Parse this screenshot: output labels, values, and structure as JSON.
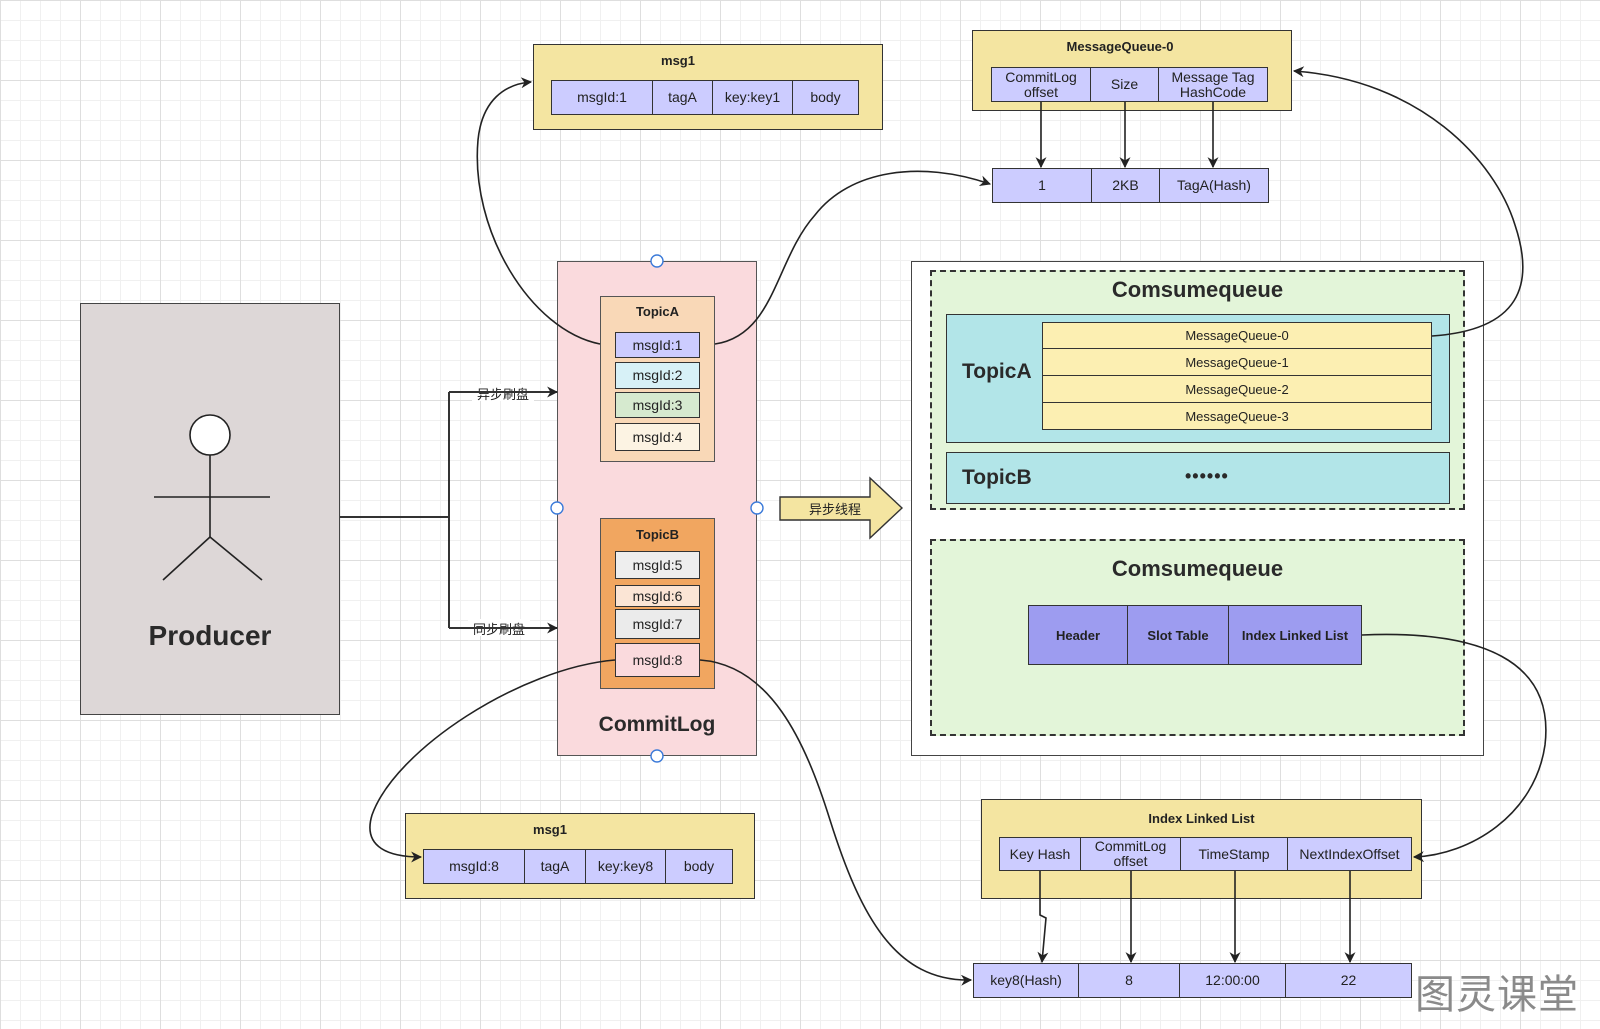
{
  "producer": {
    "label": "Producer"
  },
  "flush": {
    "async": "异步刷盘",
    "sync": "同步刷盘"
  },
  "commitlog": {
    "label": "CommitLog",
    "topics": [
      {
        "name": "TopicA",
        "messages": [
          "msgId:1",
          "msgId:2",
          "msgId:3",
          "msgId:4"
        ]
      },
      {
        "name": "TopicB",
        "messages": [
          "msgId:5",
          "msgId:6",
          "msgId:7",
          "msgId:8"
        ]
      }
    ]
  },
  "message_top": {
    "title": "msg1",
    "fields": [
      "msgId:1",
      "tagA",
      "key:key1",
      "body"
    ]
  },
  "message_bottom": {
    "title": "msg1",
    "fields": [
      "msgId:8",
      "tagA",
      "key:key8",
      "body"
    ]
  },
  "message_queue_entry": {
    "title": "MessageQueue-0",
    "headers": [
      "CommitLog offset",
      "Size",
      "Message Tag HashCode"
    ],
    "values": [
      "1",
      "2KB",
      "TagA(Hash)"
    ]
  },
  "async_thread": {
    "label": "异步线程"
  },
  "consume_queue": {
    "title": "Comsumequeue",
    "topics": [
      {
        "name": "TopicA",
        "queues": [
          "MessageQueue-0",
          "MessageQueue-1",
          "MessageQueue-2",
          "MessageQueue-3"
        ]
      },
      {
        "name": "TopicB",
        "ellipsis": "••••••"
      }
    ]
  },
  "index_file": {
    "title": "Comsumequeue",
    "parts": [
      "Header",
      "Slot Table",
      "Index Linked List"
    ]
  },
  "index_linked_list": {
    "title": "Index Linked List",
    "headers": [
      "Key Hash",
      "CommitLog offset",
      "TimeStamp",
      "NextIndexOffset"
    ],
    "values": [
      "key8(Hash)",
      "8",
      "12:00:00",
      "22"
    ]
  },
  "watermark": "图灵课堂",
  "colors": {
    "producer_fill": "#ddd7d7",
    "commitlog_fill": "#fadadd",
    "topic_a_fill": "#f9d8b7",
    "topic_b_fill": "#f1a660",
    "entry_fill": "#f4e5a1",
    "field_fill": "#ccccff",
    "consumequeue_fill": "#e3f5d9",
    "topic_row_fill": "#b2e5e8",
    "queue_fill": "#fcefb2",
    "index_part_fill": "#9d9cf0",
    "handle_stroke": "#3b7ad9",
    "line": "#222222"
  }
}
